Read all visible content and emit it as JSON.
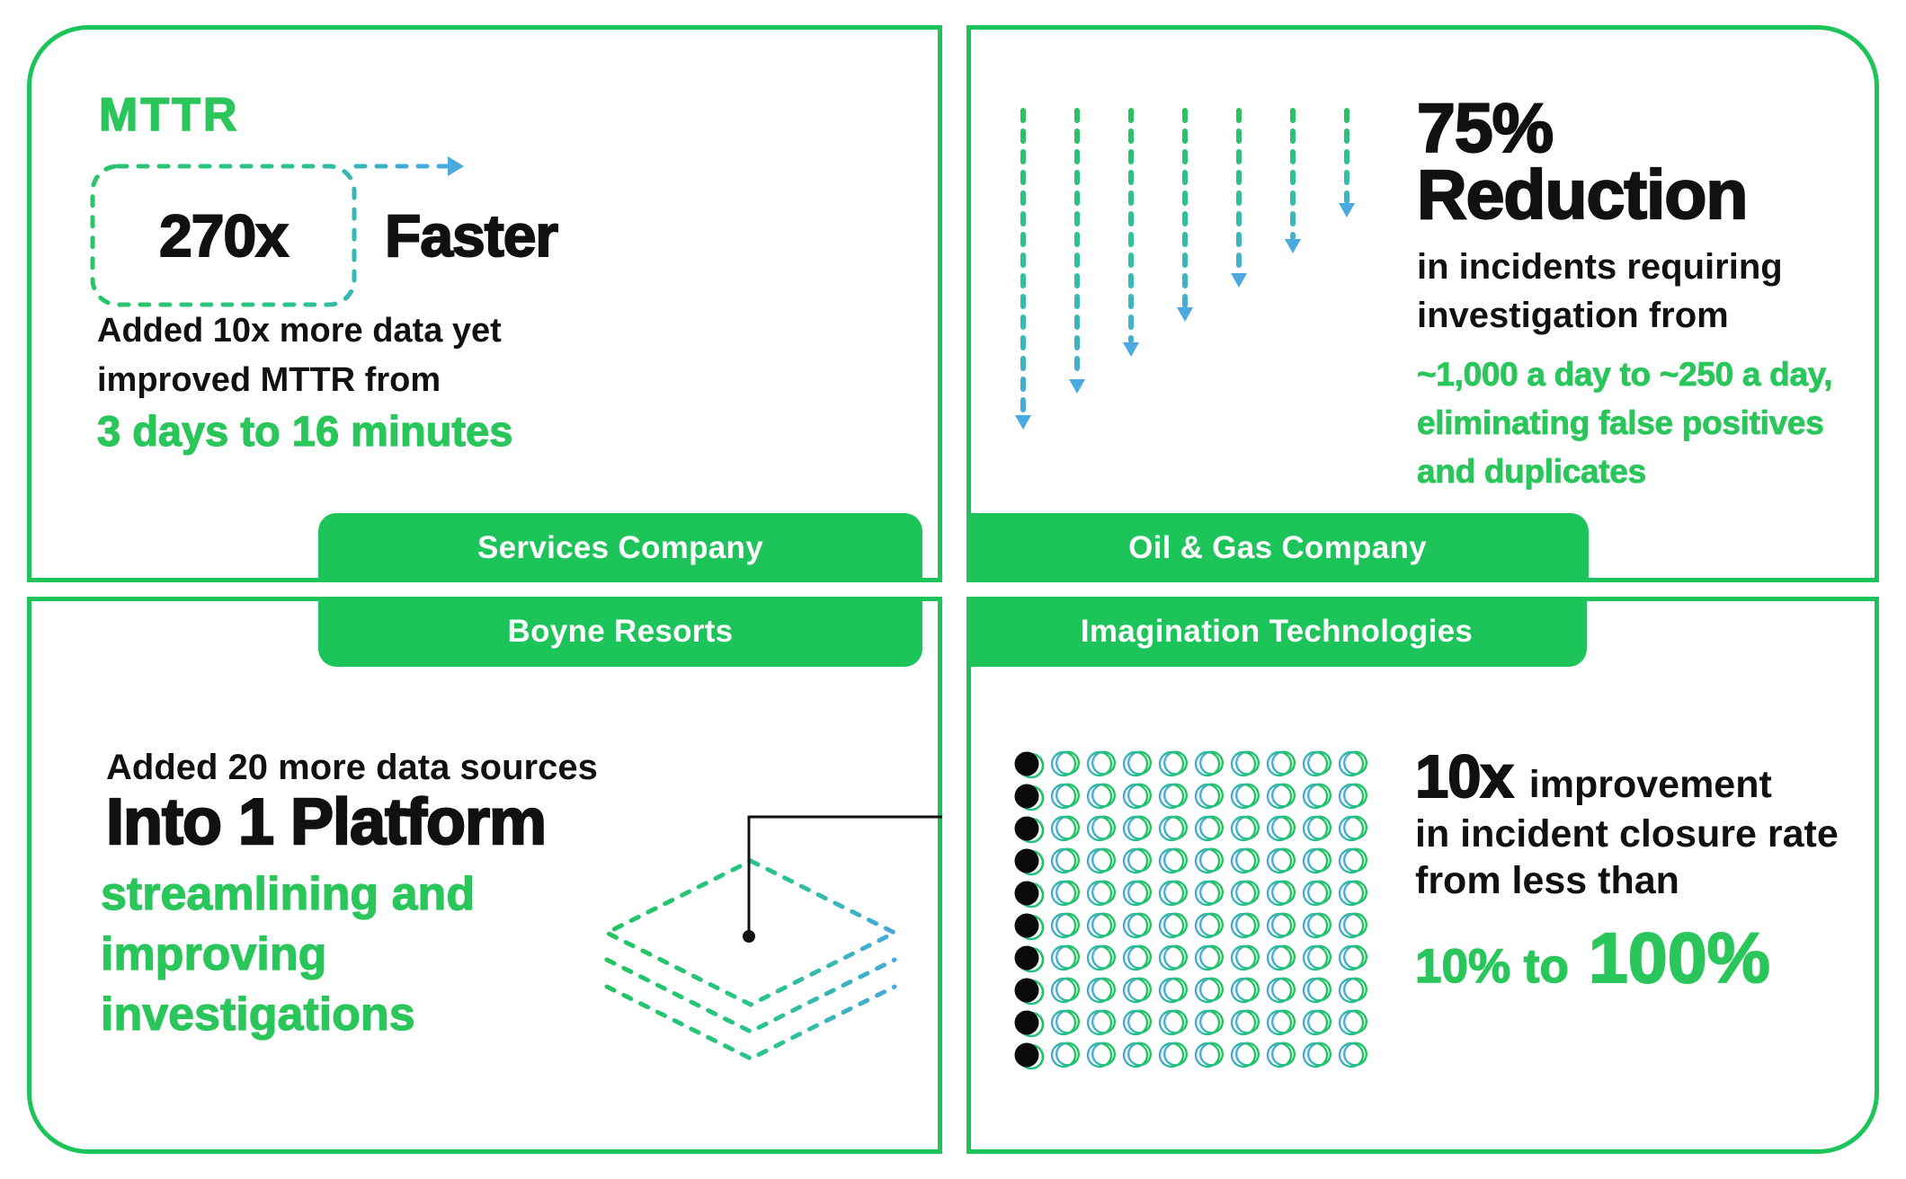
{
  "colors": {
    "brand_green": "#1CC45A",
    "text_green": "#2BC65B",
    "dash_teal": "#2BC48C",
    "dash_blue": "#48A9DE",
    "ink": "#111111",
    "tag_text": "#FFFFFF"
  },
  "panels": {
    "services": {
      "tag": "Services Company",
      "kicker": "MTTR",
      "stat": "270x",
      "stat_suffix": "Faster",
      "body_lines": [
        "Added 10x more data yet",
        "improved MTTR from"
      ],
      "highlight": "3 days to 16 minutes"
    },
    "oil_gas": {
      "tag": "Oil & Gas Company",
      "stat": "75%",
      "stat_word": "Reduction",
      "body_lines": [
        "in incidents requiring",
        "investigation from"
      ],
      "highlight_lines": [
        "~1,000 a day to ~250 a day,",
        "eliminating false positives",
        "and duplicates"
      ]
    },
    "boyne": {
      "tag": "Boyne Resorts",
      "body": "Added 20 more data sources",
      "headline": "Into 1 Platform",
      "highlight_lines": [
        "streamlining and",
        "improving",
        "investigations"
      ],
      "illustration": "three stacked dashed diamond layers with callout dot"
    },
    "imagination": {
      "tag": "Imagination Technologies",
      "stat": "10x",
      "stat_suffix": "improvement",
      "body_lines": [
        "in incident closure rate",
        "from less than"
      ],
      "highlight_small": "10% to",
      "highlight_big": "100%"
    }
  },
  "chart_data": [
    {
      "type": "bar",
      "title": "75% Reduction in incidents requiring investigation",
      "note": "seven dashed downward arrows, green-to-blue gradient, length decreasing left to right",
      "categories": [
        1,
        2,
        3,
        4,
        5,
        6,
        7
      ],
      "values": [
        355,
        315,
        274,
        235,
        197,
        159,
        119
      ],
      "unit": "px arrow length",
      "represents": "~1,000 a day reduced to ~250 a day"
    },
    {
      "type": "pictogram",
      "title": "10x improvement in incident closure rate",
      "rows": 10,
      "cols": 10,
      "total_dots": 100,
      "filled_columns": 1,
      "filled_dots": 10,
      "represents": "from less than 10% to 100%"
    }
  ]
}
